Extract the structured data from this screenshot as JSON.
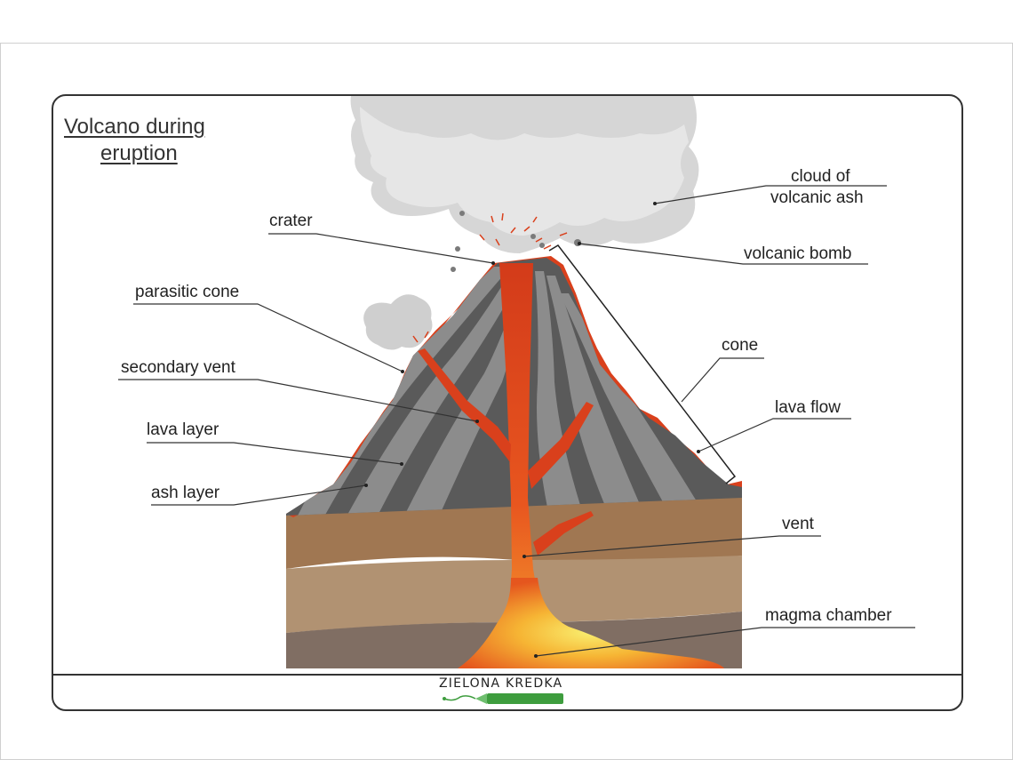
{
  "title": {
    "line1": "Volcano during",
    "line2": "eruption"
  },
  "labels": {
    "crater": "crater",
    "parasitic_cone": "parasitic cone",
    "secondary_vent": "secondary vent",
    "lava_layer": "lava layer",
    "ash_layer": "ash layer",
    "cloud_line1": "cloud of",
    "cloud_line2": "volcanic ash",
    "volcanic_bomb": "volcanic bomb",
    "cone": "cone",
    "lava_flow": "lava flow",
    "vent": "vent",
    "magma_chamber": "magma chamber"
  },
  "brand": "ZIELONA KREDKA",
  "colors": {
    "lava": "#d9401c",
    "magma": "#f4e04a",
    "ash_cloud": "#d6d6d6",
    "ash_layer_light": "#8c8c8c",
    "ash_layer_dark": "#5a5a5a",
    "soil_1": "#a07752",
    "soil_2": "#b19272",
    "soil_3": "#806e63",
    "brand_green": "#3e9d3e"
  }
}
